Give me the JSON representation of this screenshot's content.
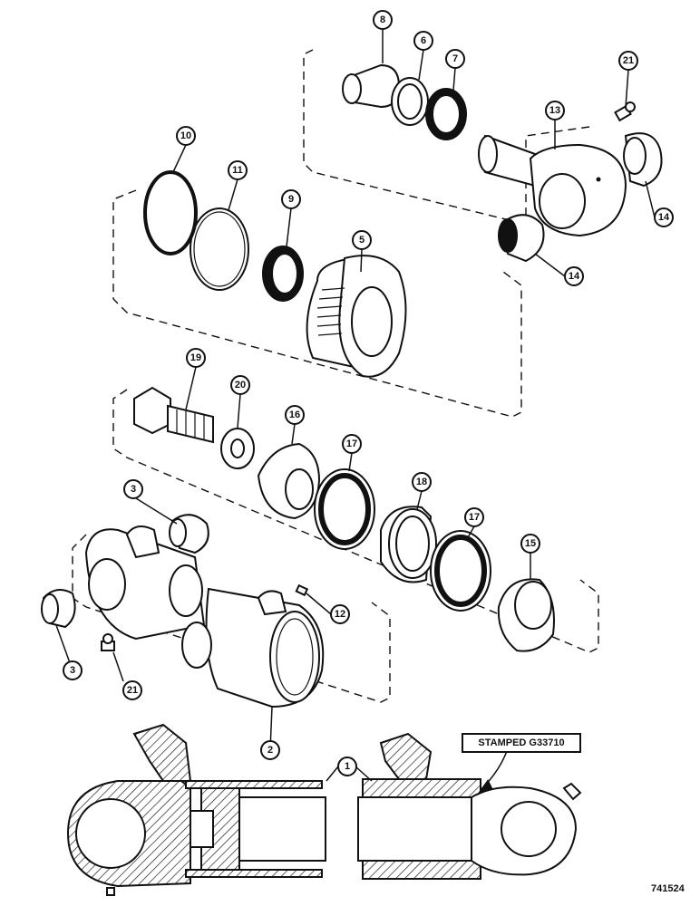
{
  "callouts": {
    "c1": "1",
    "c2": "2",
    "c3a": "3",
    "c3b": "3",
    "c5": "5",
    "c6": "6",
    "c7": "7",
    "c8": "8",
    "c9": "9",
    "c10": "10",
    "c11": "11",
    "c12": "12",
    "c13": "13",
    "c14a": "14",
    "c14b": "14",
    "c15": "15",
    "c16": "16",
    "c17a": "17",
    "c17b": "17",
    "c18": "18",
    "c19": "19",
    "c20": "20",
    "c21a": "21",
    "c21b": "21"
  },
  "stamp_label": "STAMPED G33710",
  "figure_number": "741524"
}
